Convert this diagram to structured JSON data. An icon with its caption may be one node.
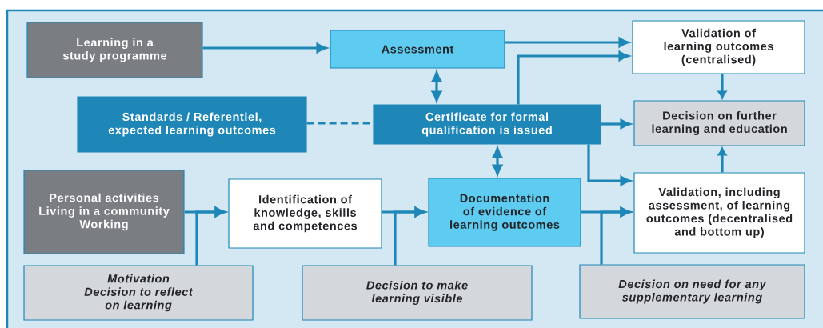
{
  "diagram": {
    "nodes": [
      {
        "text": [
          "Learning in a study programme"
        ]
      },
      {
        "text": [
          "Assessment"
        ]
      },
      {
        "text": [
          "Validation of learning outcomes (centralised)"
        ]
      },
      {
        "text": [
          "Standards / Referentiel, expected learning outcomes"
        ]
      },
      {
        "text": [
          "Certificate for formal qualification is issued"
        ]
      },
      {
        "text": [
          "Decision on further learning and education"
        ]
      },
      {
        "text": [
          "Personal activities",
          "Living in a community",
          "Working"
        ]
      },
      {
        "text": [
          "Identification of knowledge, skills and competences"
        ]
      },
      {
        "text": [
          "Documentation of evidence of learning outcomes"
        ]
      },
      {
        "text": [
          "Validation, including assessment, of learning outcomes (decentralised and bottom up)"
        ]
      },
      {
        "text": [
          "Motivation",
          "Decision to reflect on learning"
        ]
      },
      {
        "text": [
          "Decision to make learning visible"
        ]
      },
      {
        "text": [
          "Decision on need for any supplementary learning"
        ]
      }
    ],
    "edges": [
      {
        "from": 0,
        "to": 1,
        "arrow": "to"
      },
      {
        "from": 1,
        "to": 2,
        "arrow": "to"
      },
      {
        "from": 1,
        "to": 4,
        "arrow": "both"
      },
      {
        "from": 3,
        "to": 4,
        "arrow": "none",
        "style": "dashed"
      },
      {
        "from": 4,
        "to": 2,
        "arrow": "to"
      },
      {
        "from": 4,
        "to": 5,
        "arrow": "to"
      },
      {
        "from": 4,
        "to": 8,
        "arrow": "both"
      },
      {
        "from": 4,
        "to": 9,
        "arrow": "to"
      },
      {
        "from": 2,
        "to": 5,
        "arrow": "to"
      },
      {
        "from": 9,
        "to": 5,
        "arrow": "to"
      },
      {
        "from": 6,
        "to": 7,
        "arrow": "to"
      },
      {
        "from": 10,
        "to": 7,
        "arrow": "to"
      },
      {
        "from": 7,
        "to": 8,
        "arrow": "to"
      },
      {
        "from": 11,
        "to": 8,
        "arrow": "to"
      },
      {
        "from": 8,
        "to": 9,
        "arrow": "to"
      },
      {
        "from": 12,
        "to": 9,
        "arrow": "to"
      }
    ]
  }
}
